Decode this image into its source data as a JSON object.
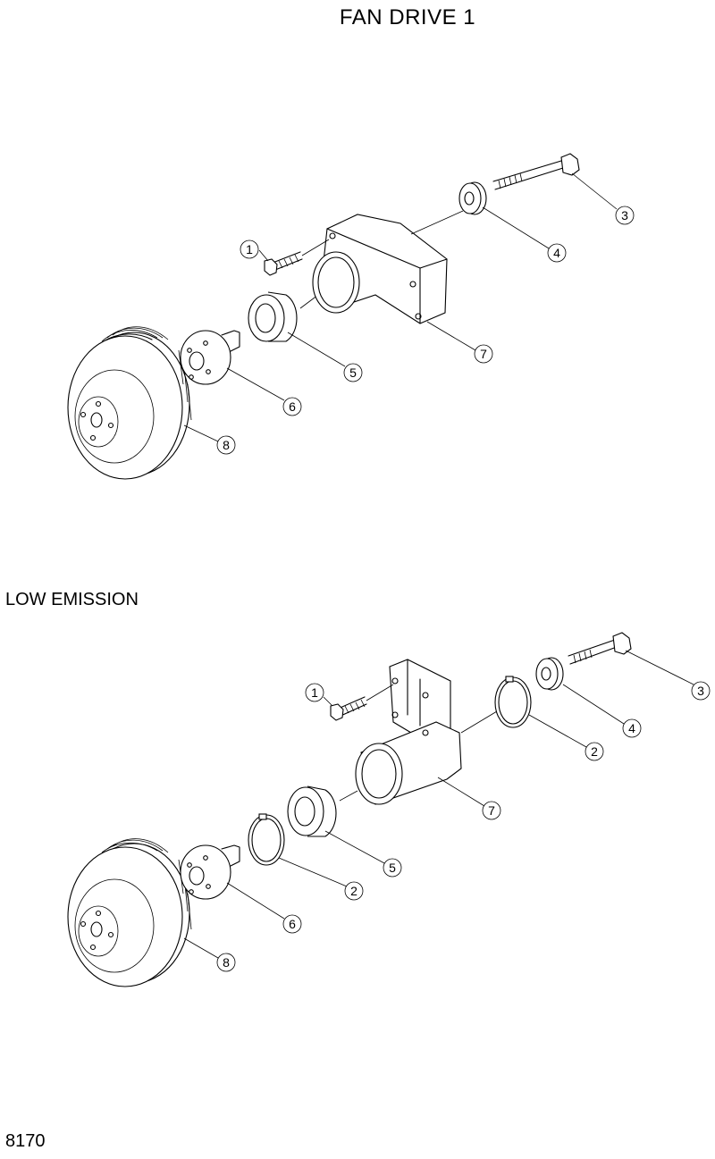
{
  "title": "FAN DRIVE 1",
  "section_label": "LOW EMISSION",
  "page_number": "8170",
  "callouts_top": [
    "1",
    "3",
    "4",
    "5",
    "6",
    "7",
    "8"
  ],
  "callouts_bottom": [
    "1",
    "3",
    "2",
    "4",
    "7",
    "5",
    "2",
    "6",
    "8"
  ]
}
